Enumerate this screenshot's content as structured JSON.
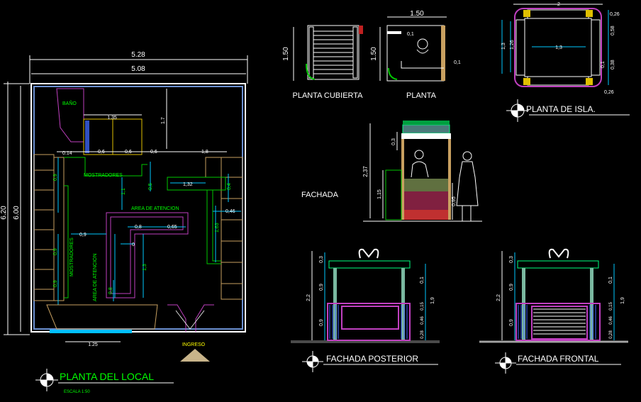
{
  "titles": {
    "planta_local": "PLANTA DEL LOCAL",
    "escala": "ESCALA    1:50",
    "planta_cubierta": "PLANTA CUBIERTA",
    "planta": "PLANTA",
    "planta_isla": "PLANTA DE ISLA.",
    "fachada": "FACHADA",
    "fachada_posterior": "FACHADA POSTERIOR",
    "fachada_frontal": "FACHADA FRONTAL"
  },
  "labels": {
    "bano": "BAÑO",
    "mostradores_top": "MOSTRADORES",
    "mostradores_side": "MOSTRADORES",
    "area_atencion_top": "AREA DE ATENCION",
    "area_atencion_side": "AREA DE ATENCION",
    "ingreso": "INGRESO"
  },
  "dims_local": {
    "d528": "5.28",
    "d508": "5.08",
    "d620": "6.20",
    "d600": "6.00",
    "d135": "1.35",
    "d17": "1.7",
    "d014": "0.14",
    "d06a": "0,6",
    "d06b": "0,6",
    "d06c": "0,6",
    "d18": "1,8",
    "d09a": "0,9",
    "d11": "1,1",
    "d05": "0,5",
    "d132": "1,32",
    "d04": "0,4",
    "d046": "0,46",
    "d08": "0,8",
    "d065": "0,65",
    "d163": "1,63",
    "d09b": "0,9",
    "d0": "0",
    "d13": "1,3",
    "d09c": "0,9",
    "d09d": "0,9",
    "d08b": "0,8",
    "d125": "1.25"
  },
  "dims_kiosk": {
    "w150": "1.50",
    "h150a": "1.50",
    "h150b": "1.50",
    "d01a": "0,1",
    "d01b": "0,1"
  },
  "dims_isla": {
    "w2": "2",
    "w13": "1,3",
    "h13": "1,3",
    "h126": "1,26",
    "d058": "0,58",
    "d01": "0,1",
    "d038": "0,38",
    "d026a": "0,26",
    "d026b": "0,26"
  },
  "dims_fachada": {
    "d237": "2,37",
    "d03": "0,3",
    "d115": "1,15",
    "d095": "0,95"
  },
  "dims_posterior": {
    "d22": "2,2",
    "d03": "0,3",
    "d09a": "0,9",
    "d09b": "0,9",
    "d01": "0,1",
    "d19": "1,9",
    "d015": "0,15",
    "d046": "0,46",
    "d028": "0,28"
  },
  "dims_frontal": {
    "d22": "2,2",
    "d03": "0,3",
    "d09a": "0,9",
    "d09b": "0,9",
    "d01": "0,1",
    "d19": "1,9",
    "d015": "0,15",
    "d046": "0,46",
    "d028": "0,28"
  }
}
